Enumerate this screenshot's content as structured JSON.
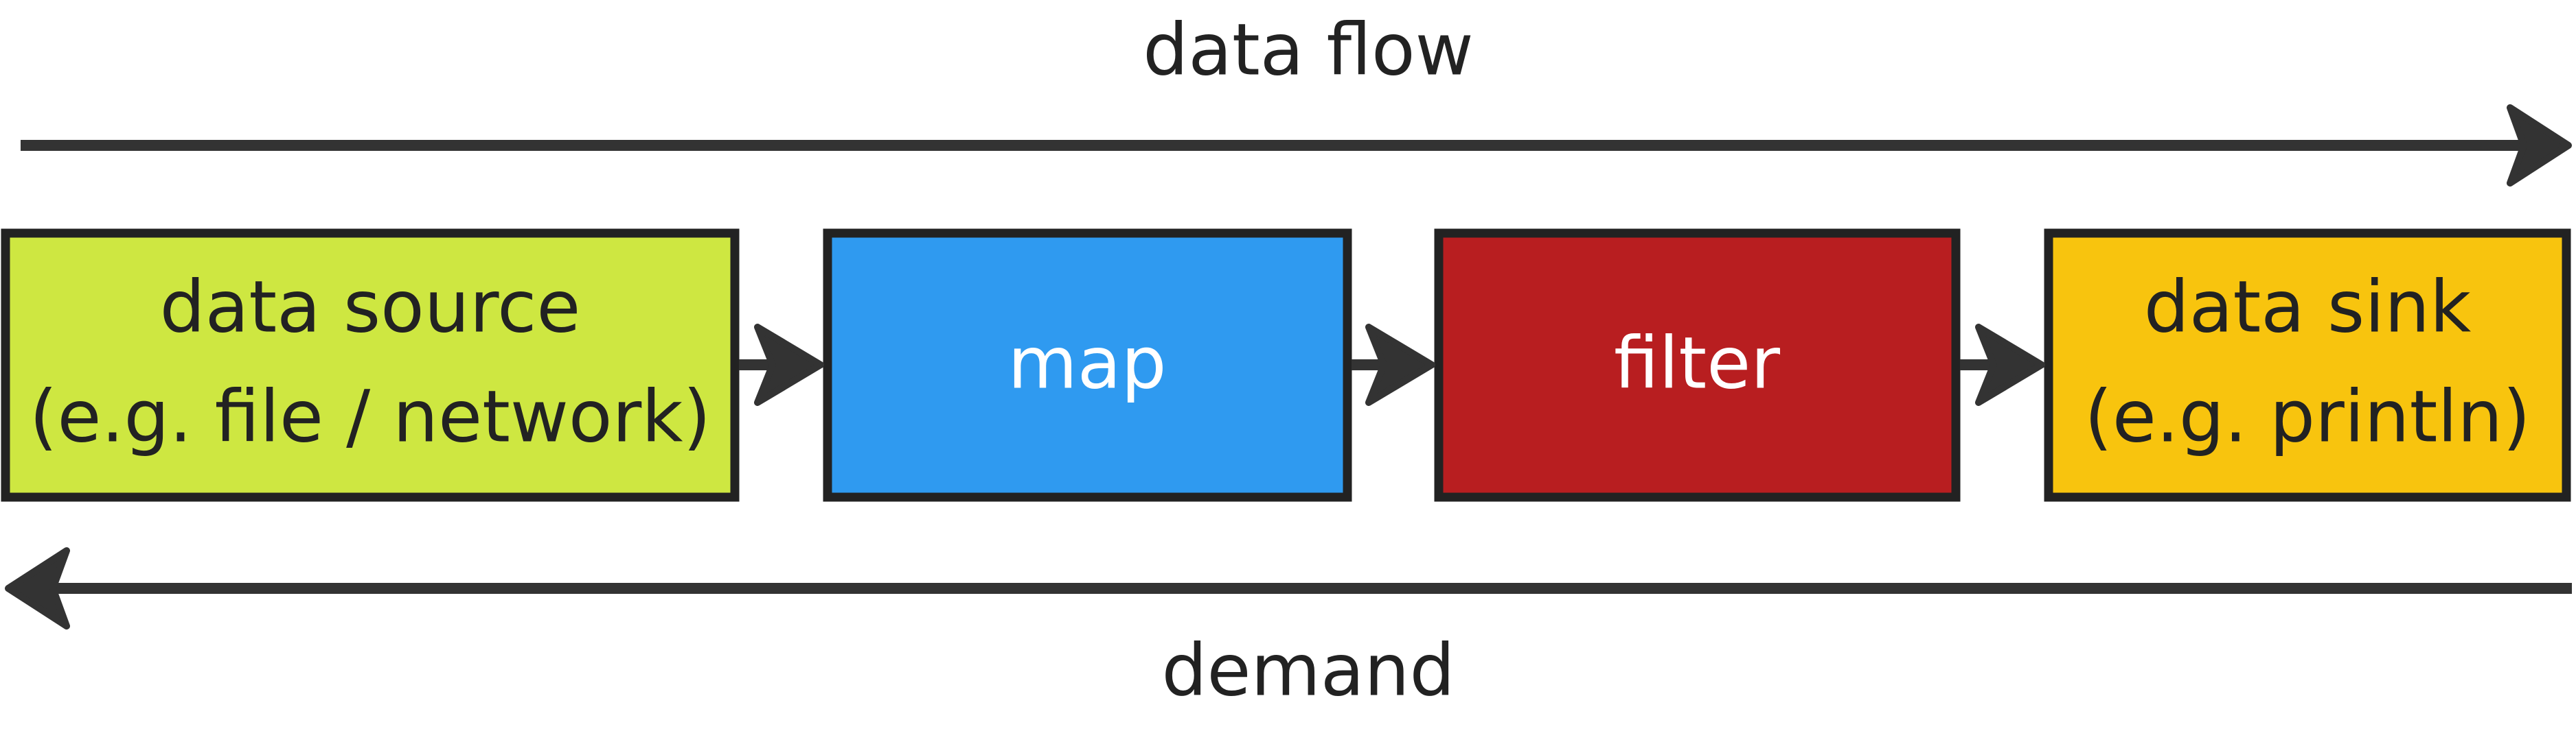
{
  "flow_label": "data flow",
  "demand_label": "demand",
  "nodes": [
    {
      "line1": "data source",
      "line2": "(e.g. file / network)",
      "fill": "#cee741",
      "text_color": "#222222"
    },
    {
      "line1": "map",
      "line2": "",
      "fill": "#2f9af0",
      "text_color": "#ffffff"
    },
    {
      "line1": "filter",
      "line2": "",
      "fill": "#b81e20",
      "text_color": "#ffffff"
    },
    {
      "line1": "data sink",
      "line2": "(e.g. println)",
      "fill": "#f8c40e",
      "text_color": "#222222"
    }
  ],
  "colors": {
    "stroke": "#222222",
    "arrow": "#333333"
  }
}
